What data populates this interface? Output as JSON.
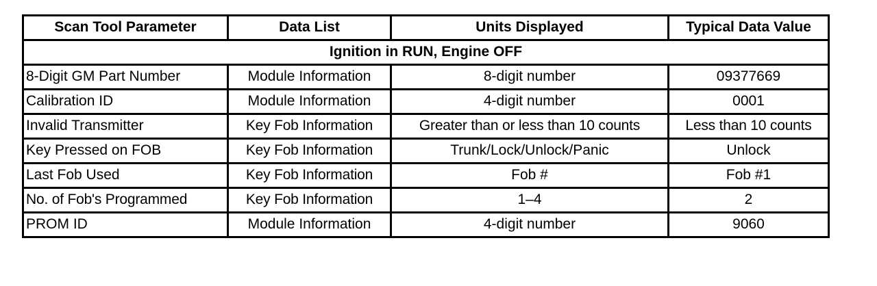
{
  "table": {
    "headers": [
      "Scan Tool Parameter",
      "Data List",
      "Units Displayed",
      "Typical Data Value"
    ],
    "section_row": "Ignition in RUN, Engine OFF",
    "rows": [
      {
        "parameter": "8-Digit GM Part Number",
        "data_list": "Module Information",
        "units": "8-digit number",
        "value": "09377669"
      },
      {
        "parameter": "Calibration ID",
        "data_list": "Module Information",
        "units": "4-digit number",
        "value": "0001"
      },
      {
        "parameter": "Invalid Transmitter",
        "data_list": "Key Fob Information",
        "units": "Greater than or less than 10 counts",
        "value": "Less than 10 counts"
      },
      {
        "parameter": "Key Pressed on FOB",
        "data_list": "Key Fob Information",
        "units": "Trunk/Lock/Unlock/Panic",
        "value": "Unlock"
      },
      {
        "parameter": "Last Fob Used",
        "data_list": "Key Fob Information",
        "units": "Fob #",
        "value": "Fob #1"
      },
      {
        "parameter": "No. of Fob's Programmed",
        "data_list": "Key Fob Information",
        "units": "1–4",
        "value": "2"
      },
      {
        "parameter": "PROM ID",
        "data_list": "Module Information",
        "units": "4-digit number",
        "value": "9060"
      }
    ]
  },
  "colors": {
    "border": "#000000",
    "text": "#000000",
    "background": "#ffffff"
  }
}
